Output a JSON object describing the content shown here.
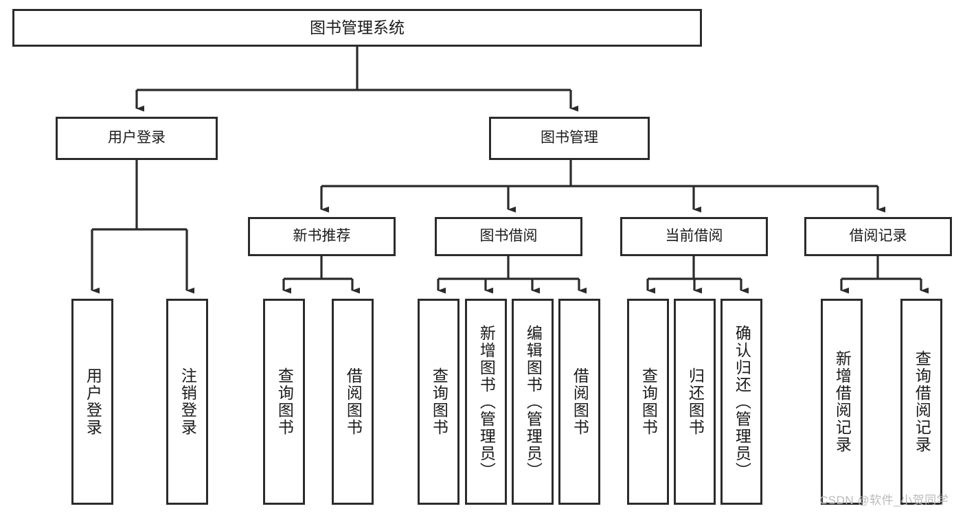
{
  "diagram": {
    "title": "图书管理系统",
    "type": "tree",
    "colors": {
      "box_border": "#2b2b2b",
      "box_fill": "#ffffff",
      "line": "#2b2b2b",
      "text": "#1a1a1a",
      "watermark": "#b9b9b9"
    },
    "root": {
      "label": "图书管理系统"
    },
    "level2": [
      {
        "id": "user-login",
        "label": "用户登录"
      },
      {
        "id": "book-manage",
        "label": "图书管理"
      }
    ],
    "level3": [
      {
        "id": "new-book-recommend",
        "label": "新书推荐",
        "parent": "book-manage"
      },
      {
        "id": "book-borrow",
        "label": "图书借阅",
        "parent": "book-manage"
      },
      {
        "id": "current-borrow",
        "label": "当前借阅",
        "parent": "book-manage"
      },
      {
        "id": "borrow-record",
        "label": "借阅记录",
        "parent": "book-manage"
      }
    ],
    "leaves": [
      {
        "id": "leaf-user-login",
        "label": "用户登录",
        "parent": "user-login"
      },
      {
        "id": "leaf-logout-login",
        "label": "注销登录",
        "parent": "user-login"
      },
      {
        "id": "leaf-query-book-1",
        "label": "查询图书",
        "parent": "new-book-recommend"
      },
      {
        "id": "leaf-borrow-book-1",
        "label": "借阅图书",
        "parent": "new-book-recommend"
      },
      {
        "id": "leaf-query-book-2",
        "label": "查询图书",
        "parent": "book-borrow"
      },
      {
        "id": "leaf-add-book-admin",
        "label": "新增图书（管理员）",
        "parent": "book-borrow"
      },
      {
        "id": "leaf-edit-book-admin",
        "label": "编辑图书（管理员）",
        "parent": "book-borrow"
      },
      {
        "id": "leaf-borrow-book-2",
        "label": "借阅图书",
        "parent": "book-borrow"
      },
      {
        "id": "leaf-query-book-3",
        "label": "查询图书",
        "parent": "current-borrow"
      },
      {
        "id": "leaf-return-book",
        "label": "归还图书",
        "parent": "current-borrow"
      },
      {
        "id": "leaf-confirm-return-admin",
        "label": "确认归还（管理员）",
        "parent": "current-borrow"
      },
      {
        "id": "leaf-add-borrow-record",
        "label": "新增借阅记录",
        "parent": "borrow-record"
      },
      {
        "id": "leaf-query-borrow-record",
        "label": "查询借阅记录",
        "parent": "borrow-record"
      }
    ],
    "watermark": "CSDN @软件_小贺同学"
  }
}
